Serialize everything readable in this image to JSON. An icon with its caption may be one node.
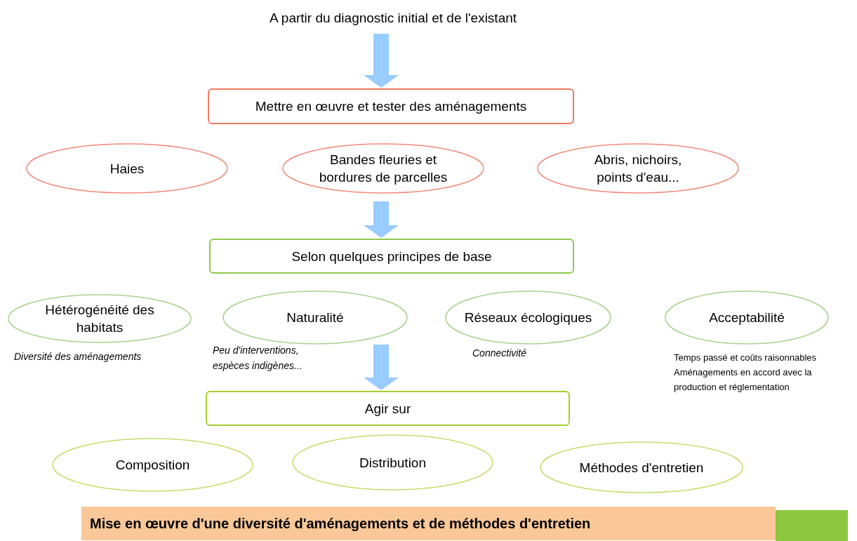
{
  "diagram": {
    "nodes": [
      {
        "text": [
          "A partir du diagnostic initial et de l'existant"
        ]
      },
      {
        "text": [
          "Mettre en œuvre et tester des aménagements"
        ]
      },
      {
        "text": [
          "Haies"
        ]
      },
      {
        "text": [
          "Bandes fleuries et bordures de parcelles"
        ]
      },
      {
        "text": [
          "Abris, nichoirs, points d'eau..."
        ]
      },
      {
        "text": [
          "Selon quelques principes de base"
        ]
      },
      {
        "text": [
          "Hétérogénéité des habitats"
        ],
        "beside": [
          "Diversité des aménagements"
        ]
      },
      {
        "text": [
          "Naturalité"
        ],
        "beside": [
          "Peu d'interventions, espèces indigènes..."
        ]
      },
      {
        "text": [
          "Réseaux écologiques"
        ],
        "beside": [
          "Connectivité"
        ]
      },
      {
        "text": [
          "Acceptabilité"
        ],
        "beside": [
          "Temps passé et coûts raisonnables",
          "Aménagements en accord avec la production et réglementation"
        ]
      },
      {
        "text": [
          "Agir sur"
        ]
      },
      {
        "text": [
          "Composition"
        ]
      },
      {
        "text": [
          "Distribution"
        ]
      },
      {
        "text": [
          "Méthodes d'entretien"
        ]
      },
      {
        "text": [
          "Mise en œuvre d'une diversité d'aménagements et de méthodes d'entretien"
        ]
      }
    ],
    "edges": [
      {
        "from": 0,
        "to": 1,
        "arrow": "to"
      },
      {
        "from": 3,
        "to": 5,
        "arrow": "to"
      },
      {
        "from": 7,
        "to": 10,
        "arrow": "to"
      }
    ]
  }
}
